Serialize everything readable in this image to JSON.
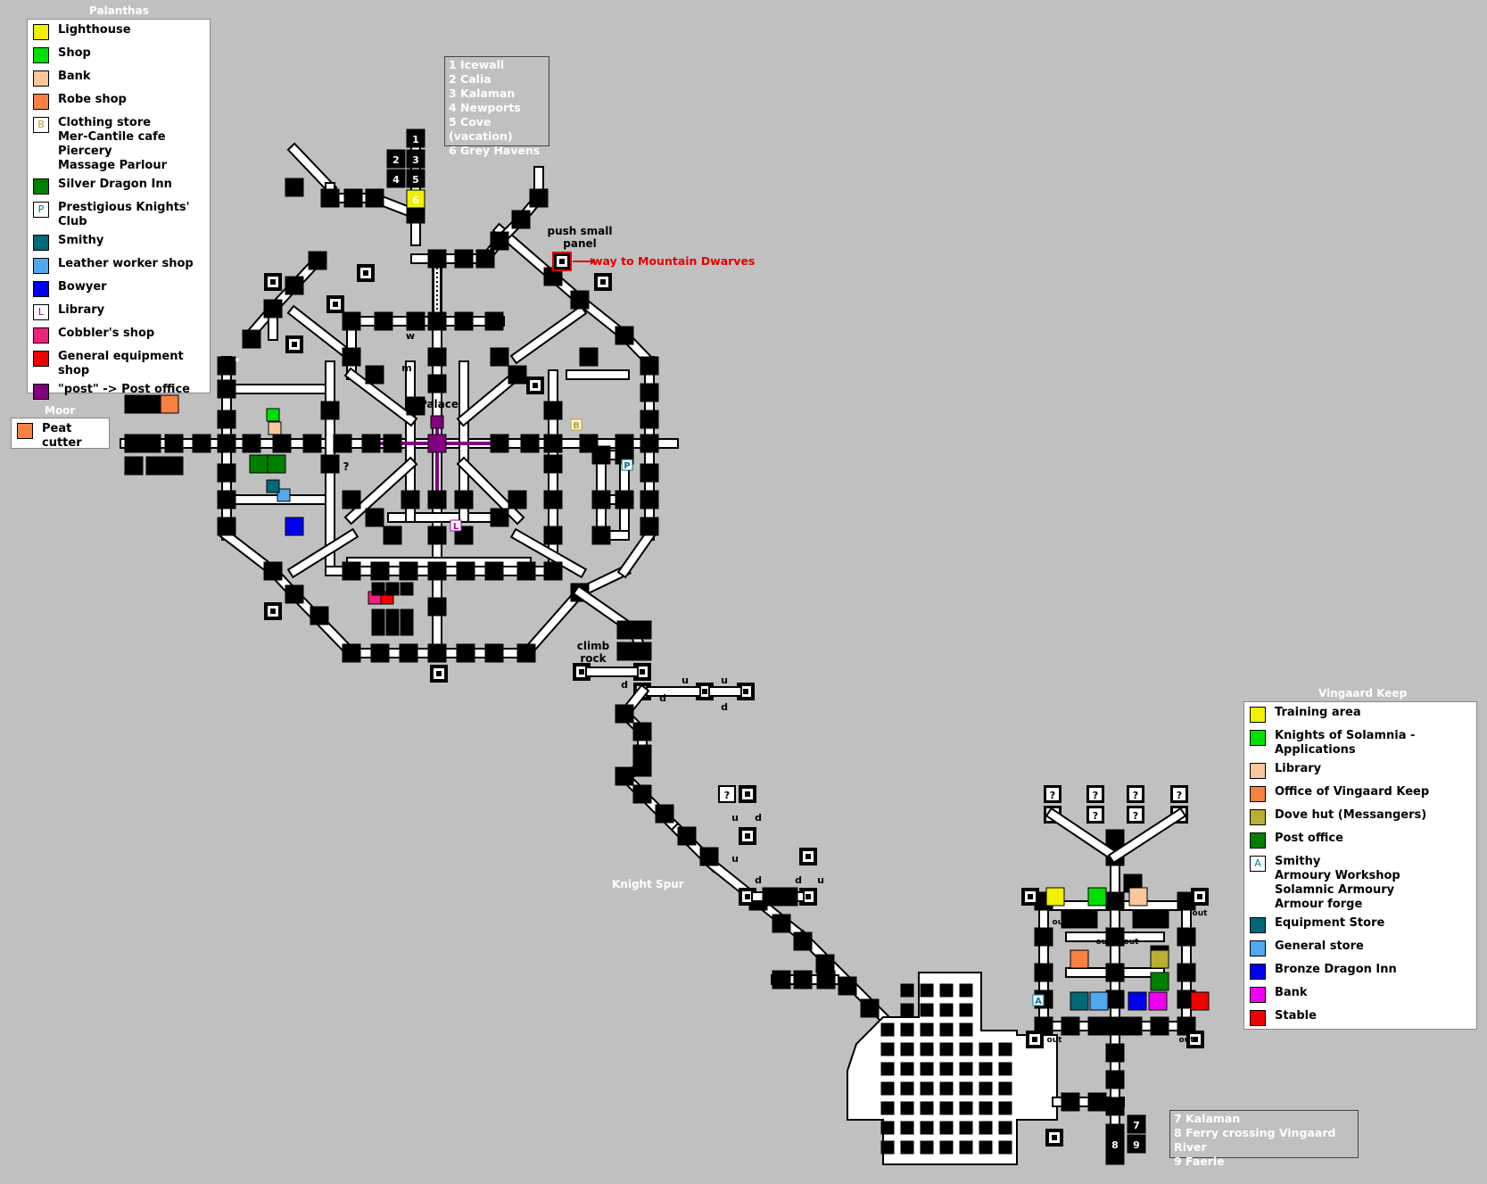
{
  "areas": {
    "palanthas": "Palanthas",
    "moor": "Moor",
    "vingaard_keep": "Vingaard Keep",
    "knight_spur": "Knight Spur",
    "palace": "Palace"
  },
  "palanthas_legend": [
    {
      "label": "Lighthouse",
      "color": "#f0f000",
      "mark": ""
    },
    {
      "label": "Shop",
      "color": "#00e000",
      "mark": ""
    },
    {
      "label": "Bank",
      "color": "#f8c89a",
      "mark": ""
    },
    {
      "label": "Robe shop",
      "color": "#f88040",
      "mark": ""
    },
    {
      "label": "Clothing store",
      "color": "#ffffff",
      "mark": "B",
      "mark_color": "#b8a030",
      "extra": [
        "Mer-Cantile cafe",
        "Piercery",
        "Massage Parlour"
      ]
    },
    {
      "label": "Silver Dragon Inn",
      "color": "#008000",
      "mark": ""
    },
    {
      "label": "Prestigious Knights' Club",
      "color": "#ffffff",
      "mark": "P",
      "mark_color": "#007080"
    },
    {
      "label": "Smithy",
      "color": "#006878",
      "mark": ""
    },
    {
      "label": "Leather worker shop",
      "color": "#50a8f0",
      "mark": ""
    },
    {
      "label": "Bowyer",
      "color": "#0000f0",
      "mark": ""
    },
    {
      "label": "Library",
      "color": "#ffffff",
      "mark": "L",
      "mark_color": "#a000a0"
    },
    {
      "label": "Cobbler's shop",
      "color": "#f0207a",
      "mark": ""
    },
    {
      "label": "General equipment shop",
      "color": "#f00000",
      "mark": ""
    },
    {
      "label": "\"post\" -> Post office",
      "color": "#800080",
      "mark": ""
    }
  ],
  "moor_legend": [
    {
      "label": "Peat cutter",
      "color": "#f88040"
    }
  ],
  "vingaard_legend": [
    {
      "label": "Training area",
      "color": "#f0f000",
      "mark": ""
    },
    {
      "label": "Knights of Solamnia - Applications",
      "color": "#00e000",
      "mark": ""
    },
    {
      "label": "Library",
      "color": "#f8c89a",
      "mark": ""
    },
    {
      "label": "Office of Vingaard Keep",
      "color": "#f88040",
      "mark": ""
    },
    {
      "label": "Dove hut (Messangers)",
      "color": "#b8b030",
      "mark": ""
    },
    {
      "label": "Post office",
      "color": "#008000",
      "mark": ""
    },
    {
      "label": "Smithy",
      "color": "#ffffff",
      "mark": "A",
      "mark_color": "#0080a0",
      "extra": [
        "Armoury Workshop",
        "Solamnic Armoury",
        "Armour forge"
      ]
    },
    {
      "label": "Equipment Store",
      "color": "#006878",
      "mark": ""
    },
    {
      "label": "General store",
      "color": "#50a8f0",
      "mark": ""
    },
    {
      "label": "Bronze Dragon Inn",
      "color": "#0000f0",
      "mark": ""
    },
    {
      "label": "Bank",
      "color": "#f000f0",
      "mark": ""
    },
    {
      "label": "Stable",
      "color": "#f00000",
      "mark": ""
    }
  ],
  "exits_north": [
    "1 Icewall",
    "2 Calia",
    "3 Kalaman",
    "4 Newports",
    "5 Cove (vacation)",
    "6 Grey Havens"
  ],
  "exits_south": [
    "7 Kalaman",
    "8 Ferry crossing Vingaard River",
    "9 Faerie"
  ],
  "annotations": {
    "push_panel": "push small\npanel",
    "way_dwarves": "way to Mountain Dwarves",
    "climb_rock": "climb\nrock",
    "u": "u",
    "d": "d",
    "out": "out",
    "q": "?",
    "star": "*",
    "w": "w",
    "m": "m",
    "n1": "1",
    "n2": "2",
    "n3": "3",
    "n4": "4",
    "n5": "5",
    "n6": "6",
    "n7": "7",
    "n8": "8",
    "n9": "9"
  }
}
